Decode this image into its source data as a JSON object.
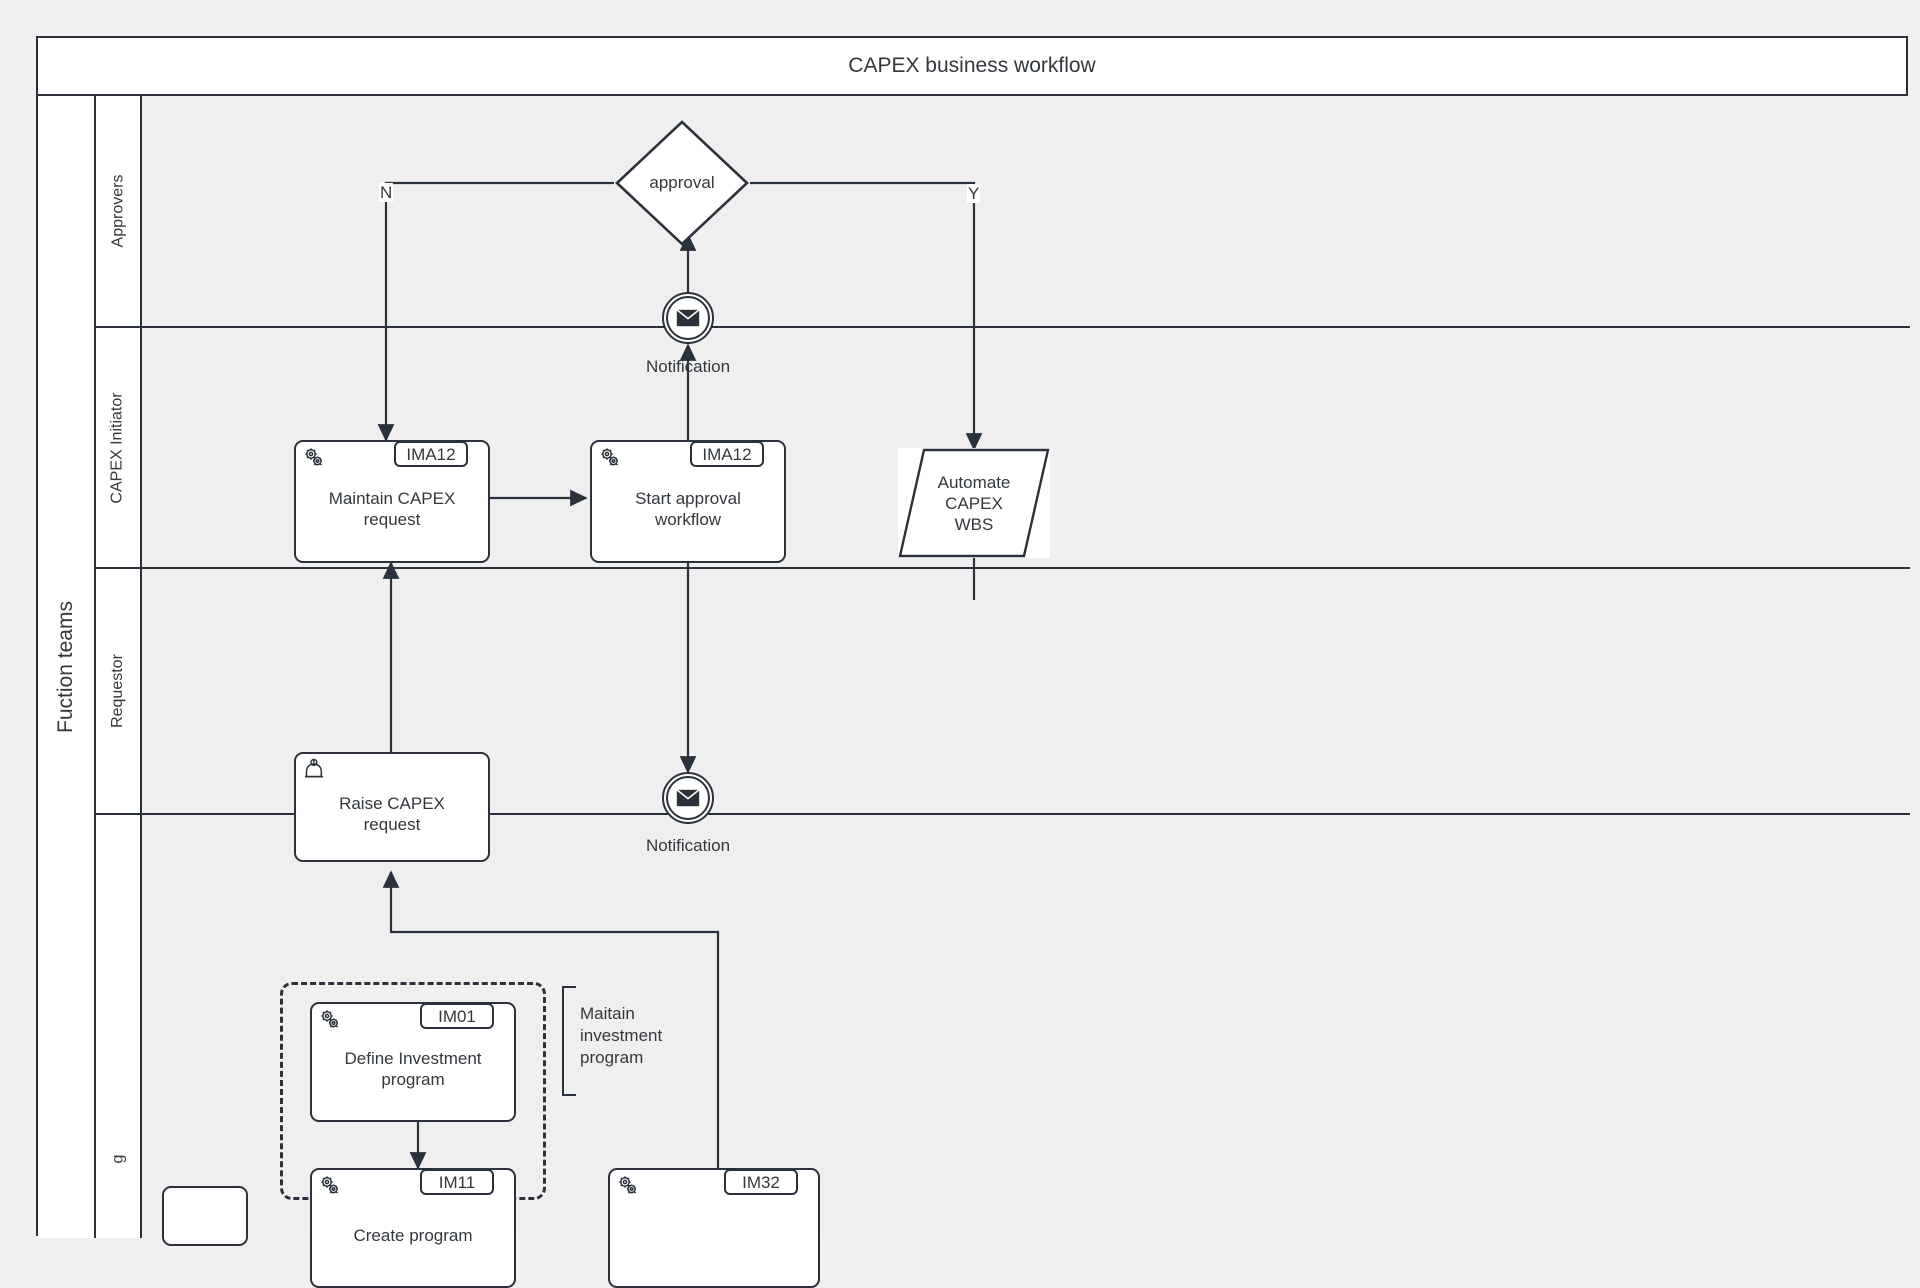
{
  "diagram": {
    "title": "CAPEX business workflow",
    "type": "bpmn-swimlane",
    "pool": {
      "label": "Fuction teams"
    },
    "lanes": [
      {
        "id": "approvers",
        "label": "Approvers"
      },
      {
        "id": "initiator",
        "label": "CAPEX Initiator"
      },
      {
        "id": "requestor",
        "label": "Requestor"
      },
      {
        "id": "program",
        "label": "g"
      }
    ],
    "colors": {
      "stroke": "#2b323b",
      "lane_fill": "#efefef",
      "shape_fill": "#ffffff",
      "page_bg": "#f0f0f0",
      "text": "#33383d"
    },
    "nodes": [
      {
        "id": "approval-gateway",
        "kind": "gateway",
        "lane": "approvers",
        "label": "approval"
      },
      {
        "id": "notification-approvers",
        "kind": "intermediate-message-event",
        "lane": "approvers",
        "caption": "Notification",
        "icon": "envelope-icon"
      },
      {
        "id": "maintain-capex-request",
        "kind": "service-task",
        "lane": "initiator",
        "code": "IMA12",
        "label": "Maintain CAPEX\nrequest",
        "icon": "gears-icon"
      },
      {
        "id": "start-approval-workflow",
        "kind": "service-task",
        "lane": "initiator",
        "code": "IMA12",
        "label": "Start approval\nworkflow",
        "icon": "gears-icon"
      },
      {
        "id": "automate-capex-wbs",
        "kind": "parallelogram",
        "lane": "initiator",
        "label": "Automate\nCAPEX\nWBS"
      },
      {
        "id": "raise-capex-request",
        "kind": "user-task",
        "lane": "requestor",
        "label": "Raise CAPEX\nrequest",
        "icon": "user-icon"
      },
      {
        "id": "notification-requestor",
        "kind": "intermediate-message-event",
        "lane": "requestor",
        "caption": "Notification",
        "icon": "envelope-icon"
      },
      {
        "id": "define-investment-program",
        "kind": "service-task",
        "lane": "program",
        "code": "IM01",
        "label": "Define Investment\nprogram",
        "icon": "gears-icon"
      },
      {
        "id": "create-program",
        "kind": "service-task",
        "lane": "program",
        "code": "IM11",
        "label": "Create program",
        "icon": "gears-icon"
      },
      {
        "id": "im32-task",
        "kind": "service-task",
        "lane": "program",
        "code": "IM32",
        "label": "",
        "icon": "gears-icon"
      }
    ],
    "group": {
      "id": "maintain-investment-program-group",
      "style": "dashed"
    },
    "annotation": {
      "text": "Maitain\ninvestment\nprogram"
    },
    "edge_labels": {
      "no": "N",
      "yes": "Y"
    }
  }
}
